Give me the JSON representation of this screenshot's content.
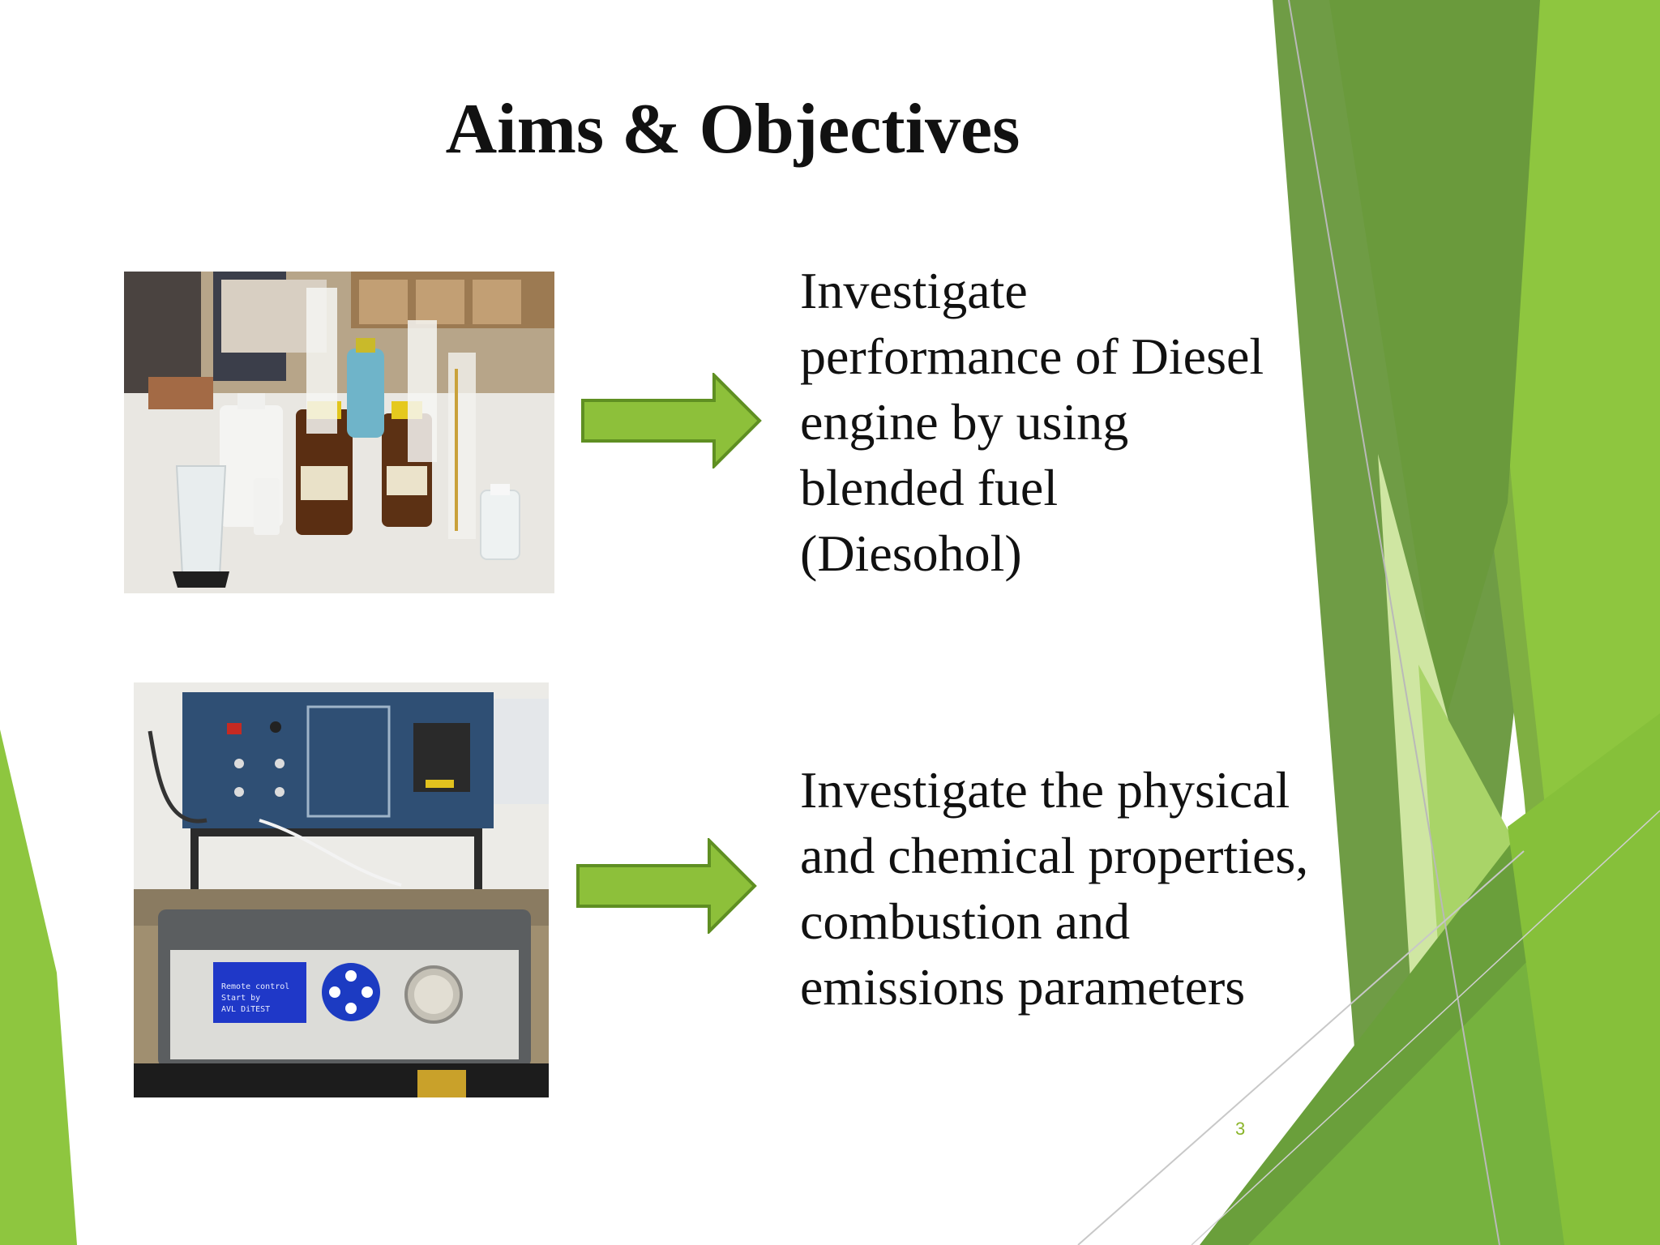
{
  "slide": {
    "title": "Aims & Objectives",
    "page_number": "3"
  },
  "objectives": [
    {
      "lines": [
        "Investigate",
        "performance of Diesel",
        "engine by using",
        "blended fuel",
        "(Diesohol)"
      ]
    },
    {
      "lines": [
        "Investigate the physical",
        "and chemical properties,",
        "combustion and",
        "emissions parameters"
      ]
    }
  ],
  "photos": {
    "photo_2_screen_lines": [
      "Remote control",
      "Start by",
      "AVL DiTEST"
    ]
  },
  "colors": {
    "arrow_fill": "#8dc03a",
    "arrow_stroke": "#5f8f22",
    "accent_dark": "#5b8e2e",
    "accent_mid": "#6ea63a",
    "accent_light": "#8ec63f",
    "accent_pale": "#cfe6a2",
    "page_number": "#8ab52a"
  },
  "icons": {
    "arrow_1": "right-arrow-icon",
    "arrow_2": "right-arrow-icon"
  }
}
